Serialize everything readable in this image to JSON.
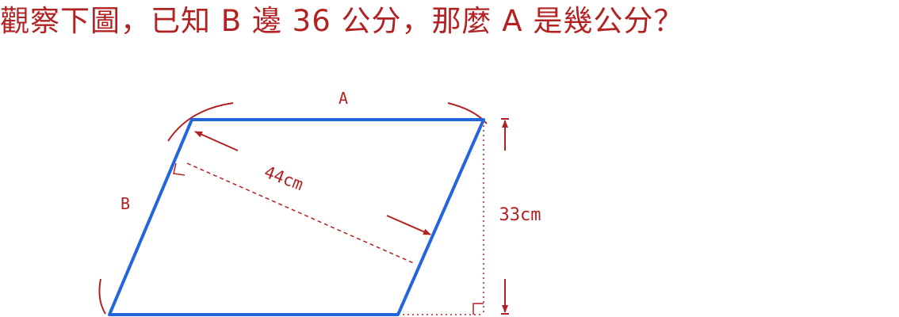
{
  "question": {
    "text": "觀察下圖，已知 B 邊 36 公分，那麼 A 是幾公分？"
  },
  "figure": {
    "shape": "parallelogram",
    "label_top_side": "A",
    "label_left_side": "B",
    "label_perpendicular_height": "44cm",
    "label_vertical_height": "33cm",
    "outline_color": "#2266dd",
    "annotation_color": "#b22222",
    "helper_line_color": "#b22222"
  }
}
